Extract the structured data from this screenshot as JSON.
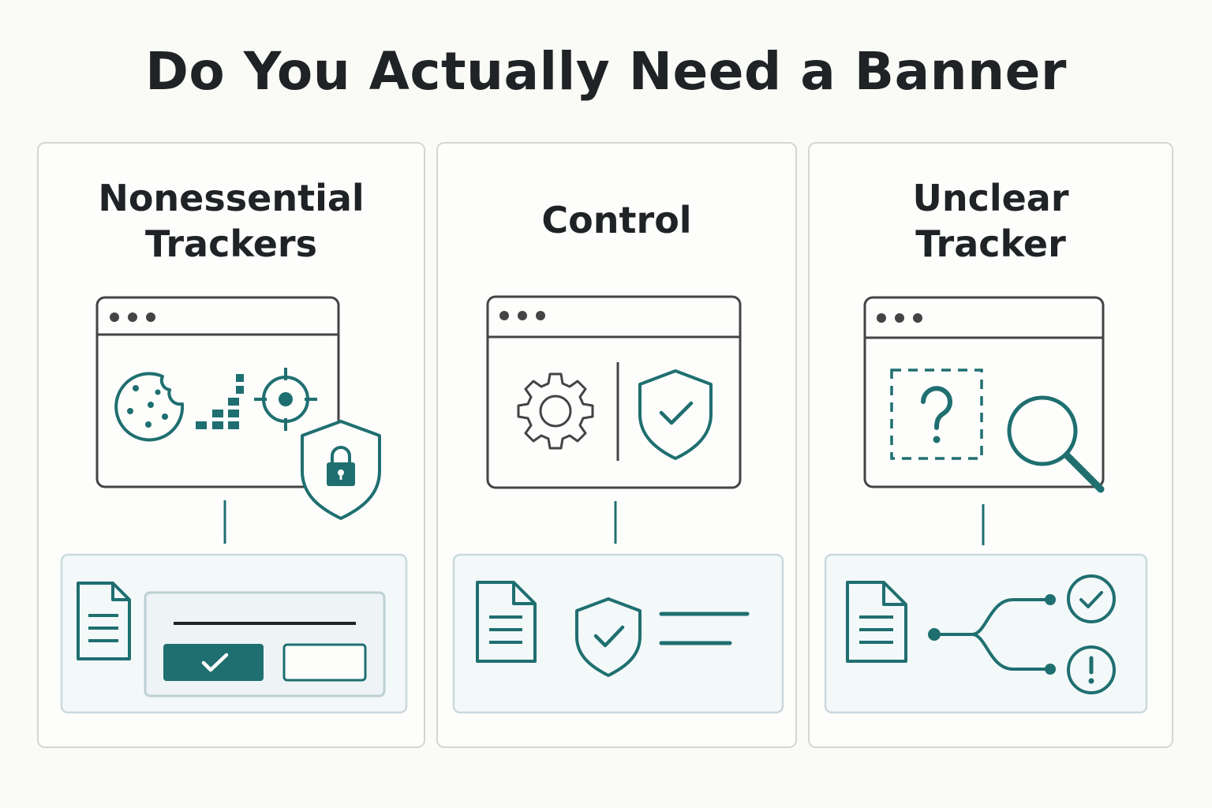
{
  "title": "Do You Actually Need a Banner",
  "colors": {
    "accent": "#1f6f70",
    "outline": "#444444",
    "panel_border": "#d5d6d4",
    "bottom_box_fill": "#f3f8f9",
    "bottom_box_border": "#c9dadd",
    "background": "#fafaf7"
  },
  "panels": [
    {
      "title_line1": "Nonessential",
      "title_line2": "Trackers",
      "icons": [
        "browser-window-icon",
        "cookie-icon",
        "bar-chart-icon",
        "crosshair-target-icon",
        "shield-lock-icon",
        "document-icon",
        "consent-banner-icon",
        "checkmark-icon"
      ]
    },
    {
      "title_line1": "Control",
      "icons": [
        "browser-window-icon",
        "gear-icon",
        "shield-check-icon",
        "document-icon",
        "shield-check-icon",
        "text-lines-icon"
      ]
    },
    {
      "title_line1": "Unclear",
      "title_line2": "Tracker",
      "icons": [
        "browser-window-icon",
        "question-box-icon",
        "magnifier-icon",
        "document-icon",
        "branch-icon",
        "check-circle-icon",
        "exclamation-circle-icon"
      ]
    }
  ]
}
